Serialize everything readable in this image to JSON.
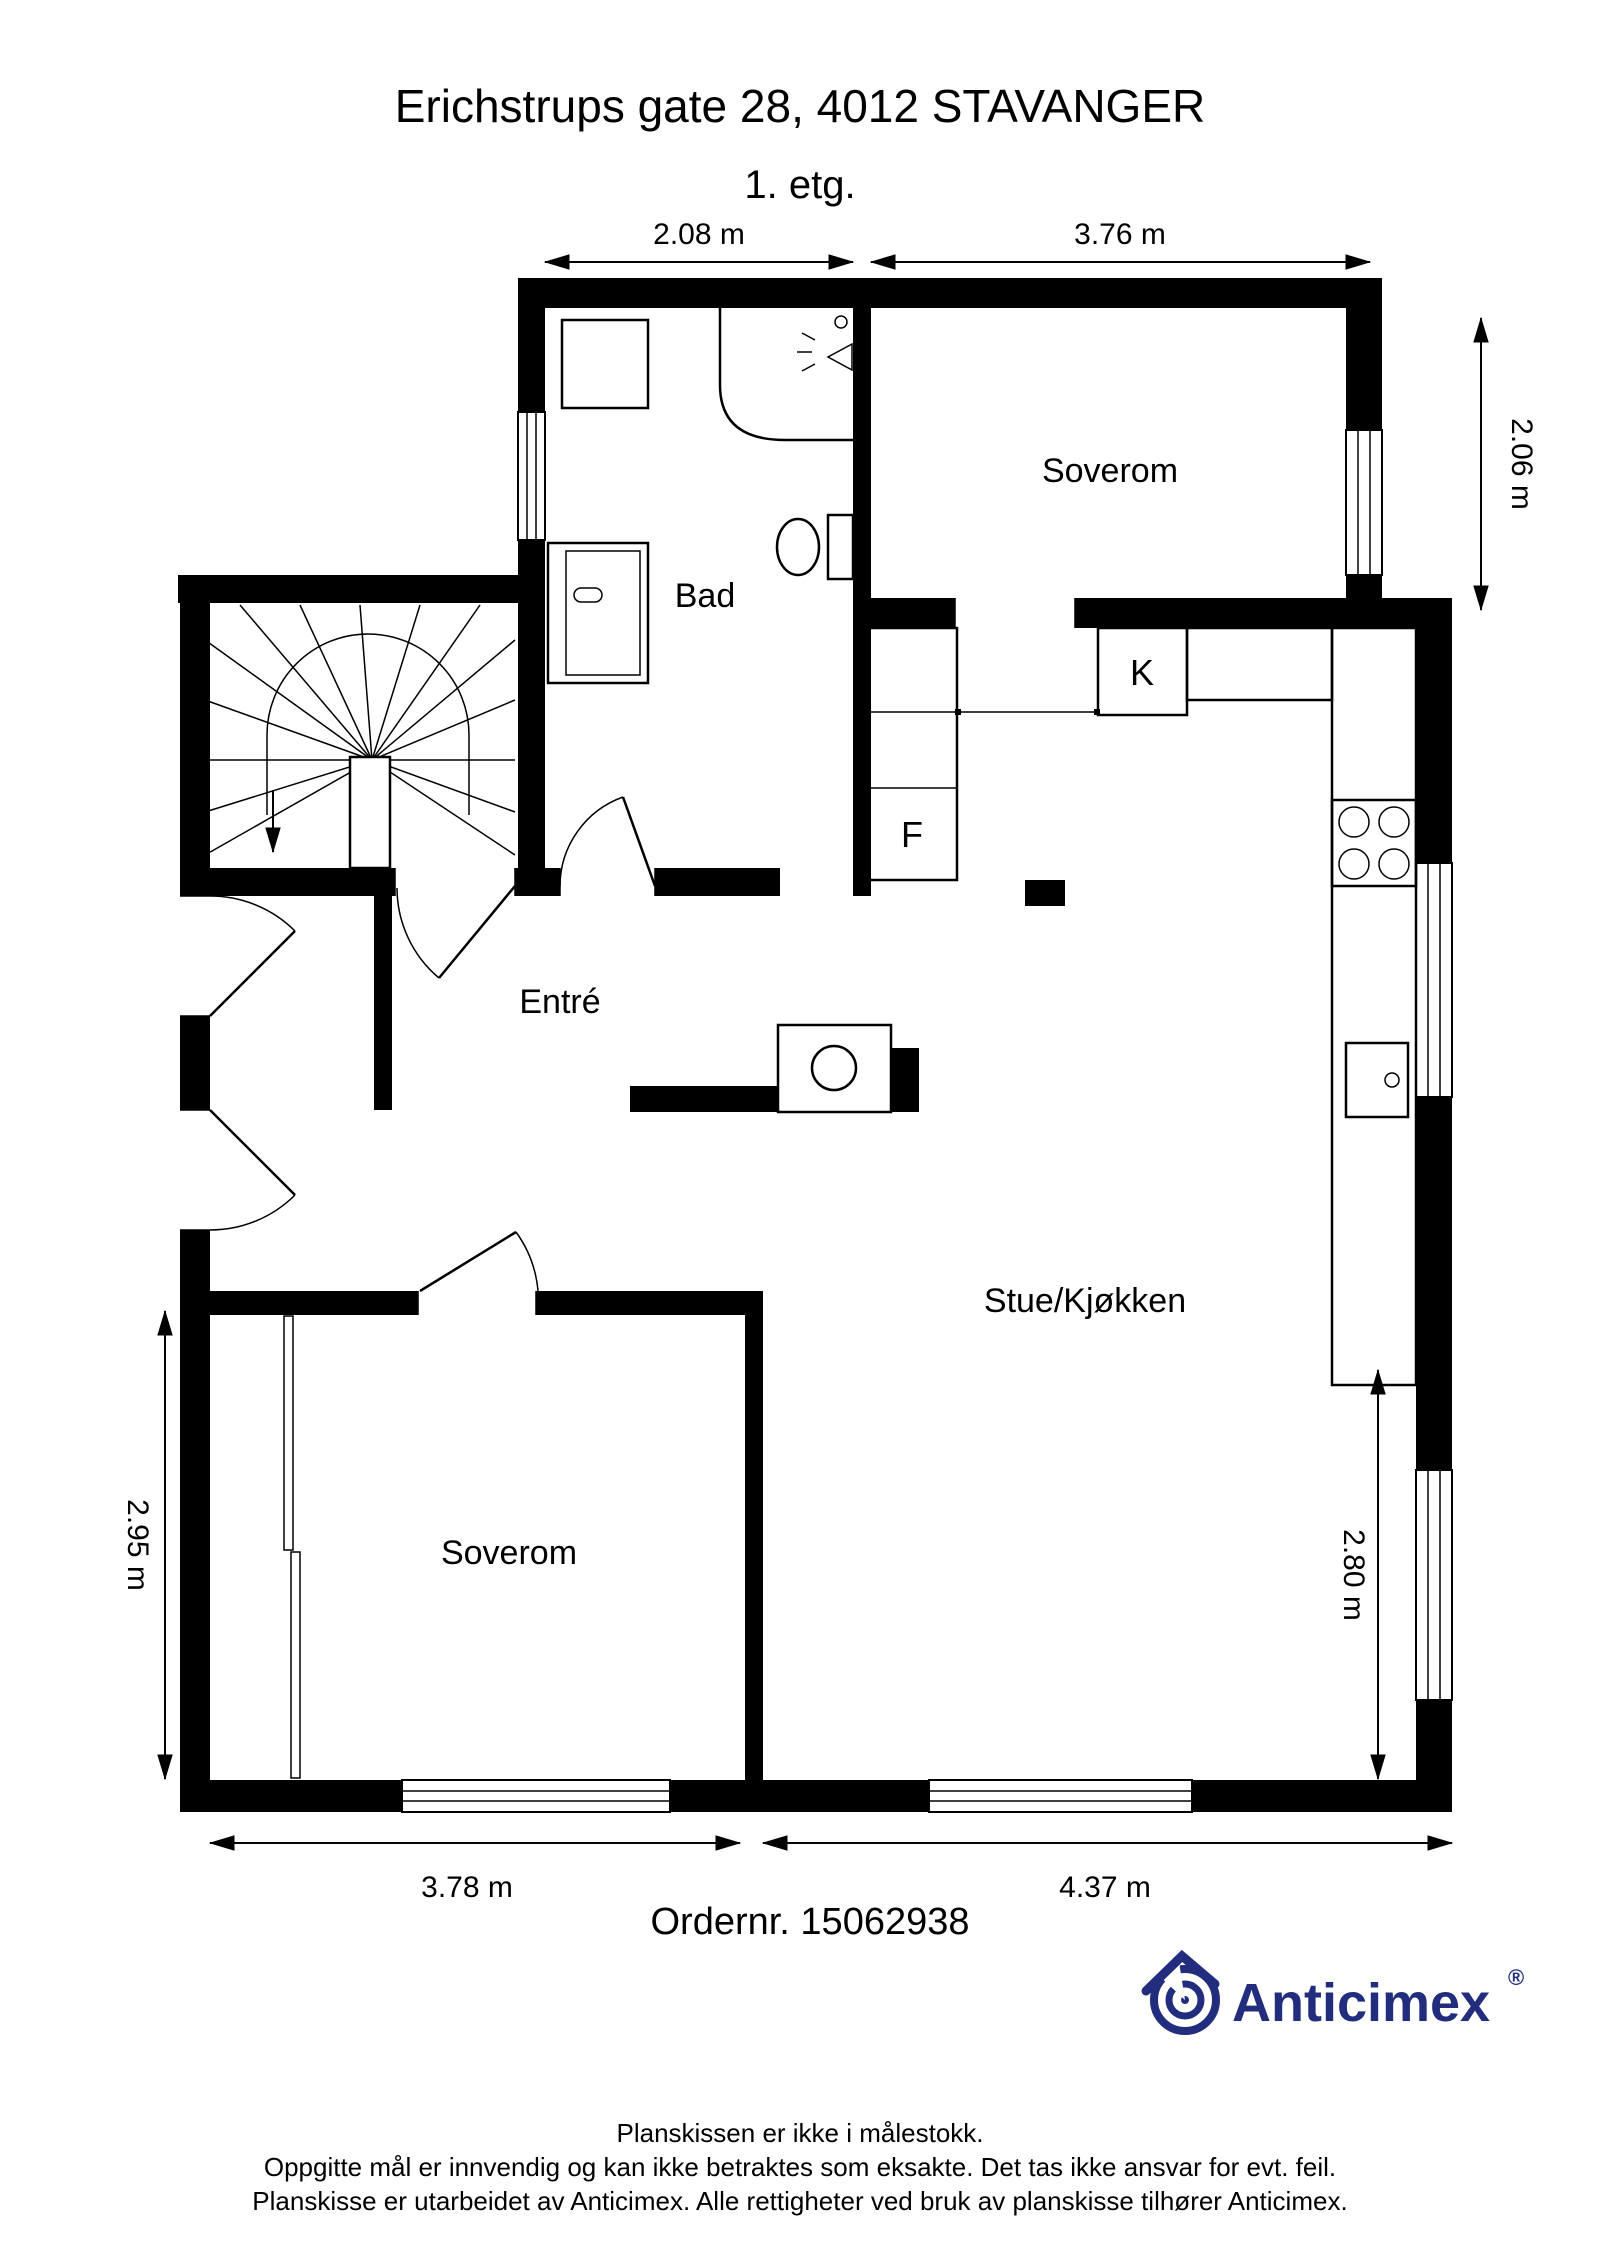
{
  "title": "Erichstrups gate 28, 4012 STAVANGER",
  "subtitle": "1. etg.",
  "dims": {
    "top_left": "2.08 m",
    "top_right": "3.76 m",
    "right_upper": "2.06 m",
    "right_lower": "2.80 m",
    "left": "2.95 m",
    "bottom_left": "3.78 m",
    "bottom_right": "4.37 m"
  },
  "rooms": {
    "bad": "Bad",
    "soverom_top": "Soverom",
    "soverom_bottom": "Soverom",
    "entre": "Entré",
    "stue": "Stue/Kjøkken",
    "k": "K",
    "f": "F"
  },
  "order": "Ordernr. 15062938",
  "logo": {
    "text": "Anticimex",
    "reg": "®"
  },
  "footer": {
    "line1": "Planskissen er ikke i målestokk.",
    "line2": "Oppgitte mål er innvendig og kan ikke betraktes som eksakte. Det tas ikke ansvar for evt. feil.",
    "line3": "Planskisse er utarbeidet av Anticimex. Alle rettigheter ved bruk av planskisse tilhører Anticimex."
  },
  "colors": {
    "ink": "#000000",
    "brand": "#222d7d",
    "background": "#ffffff"
  }
}
